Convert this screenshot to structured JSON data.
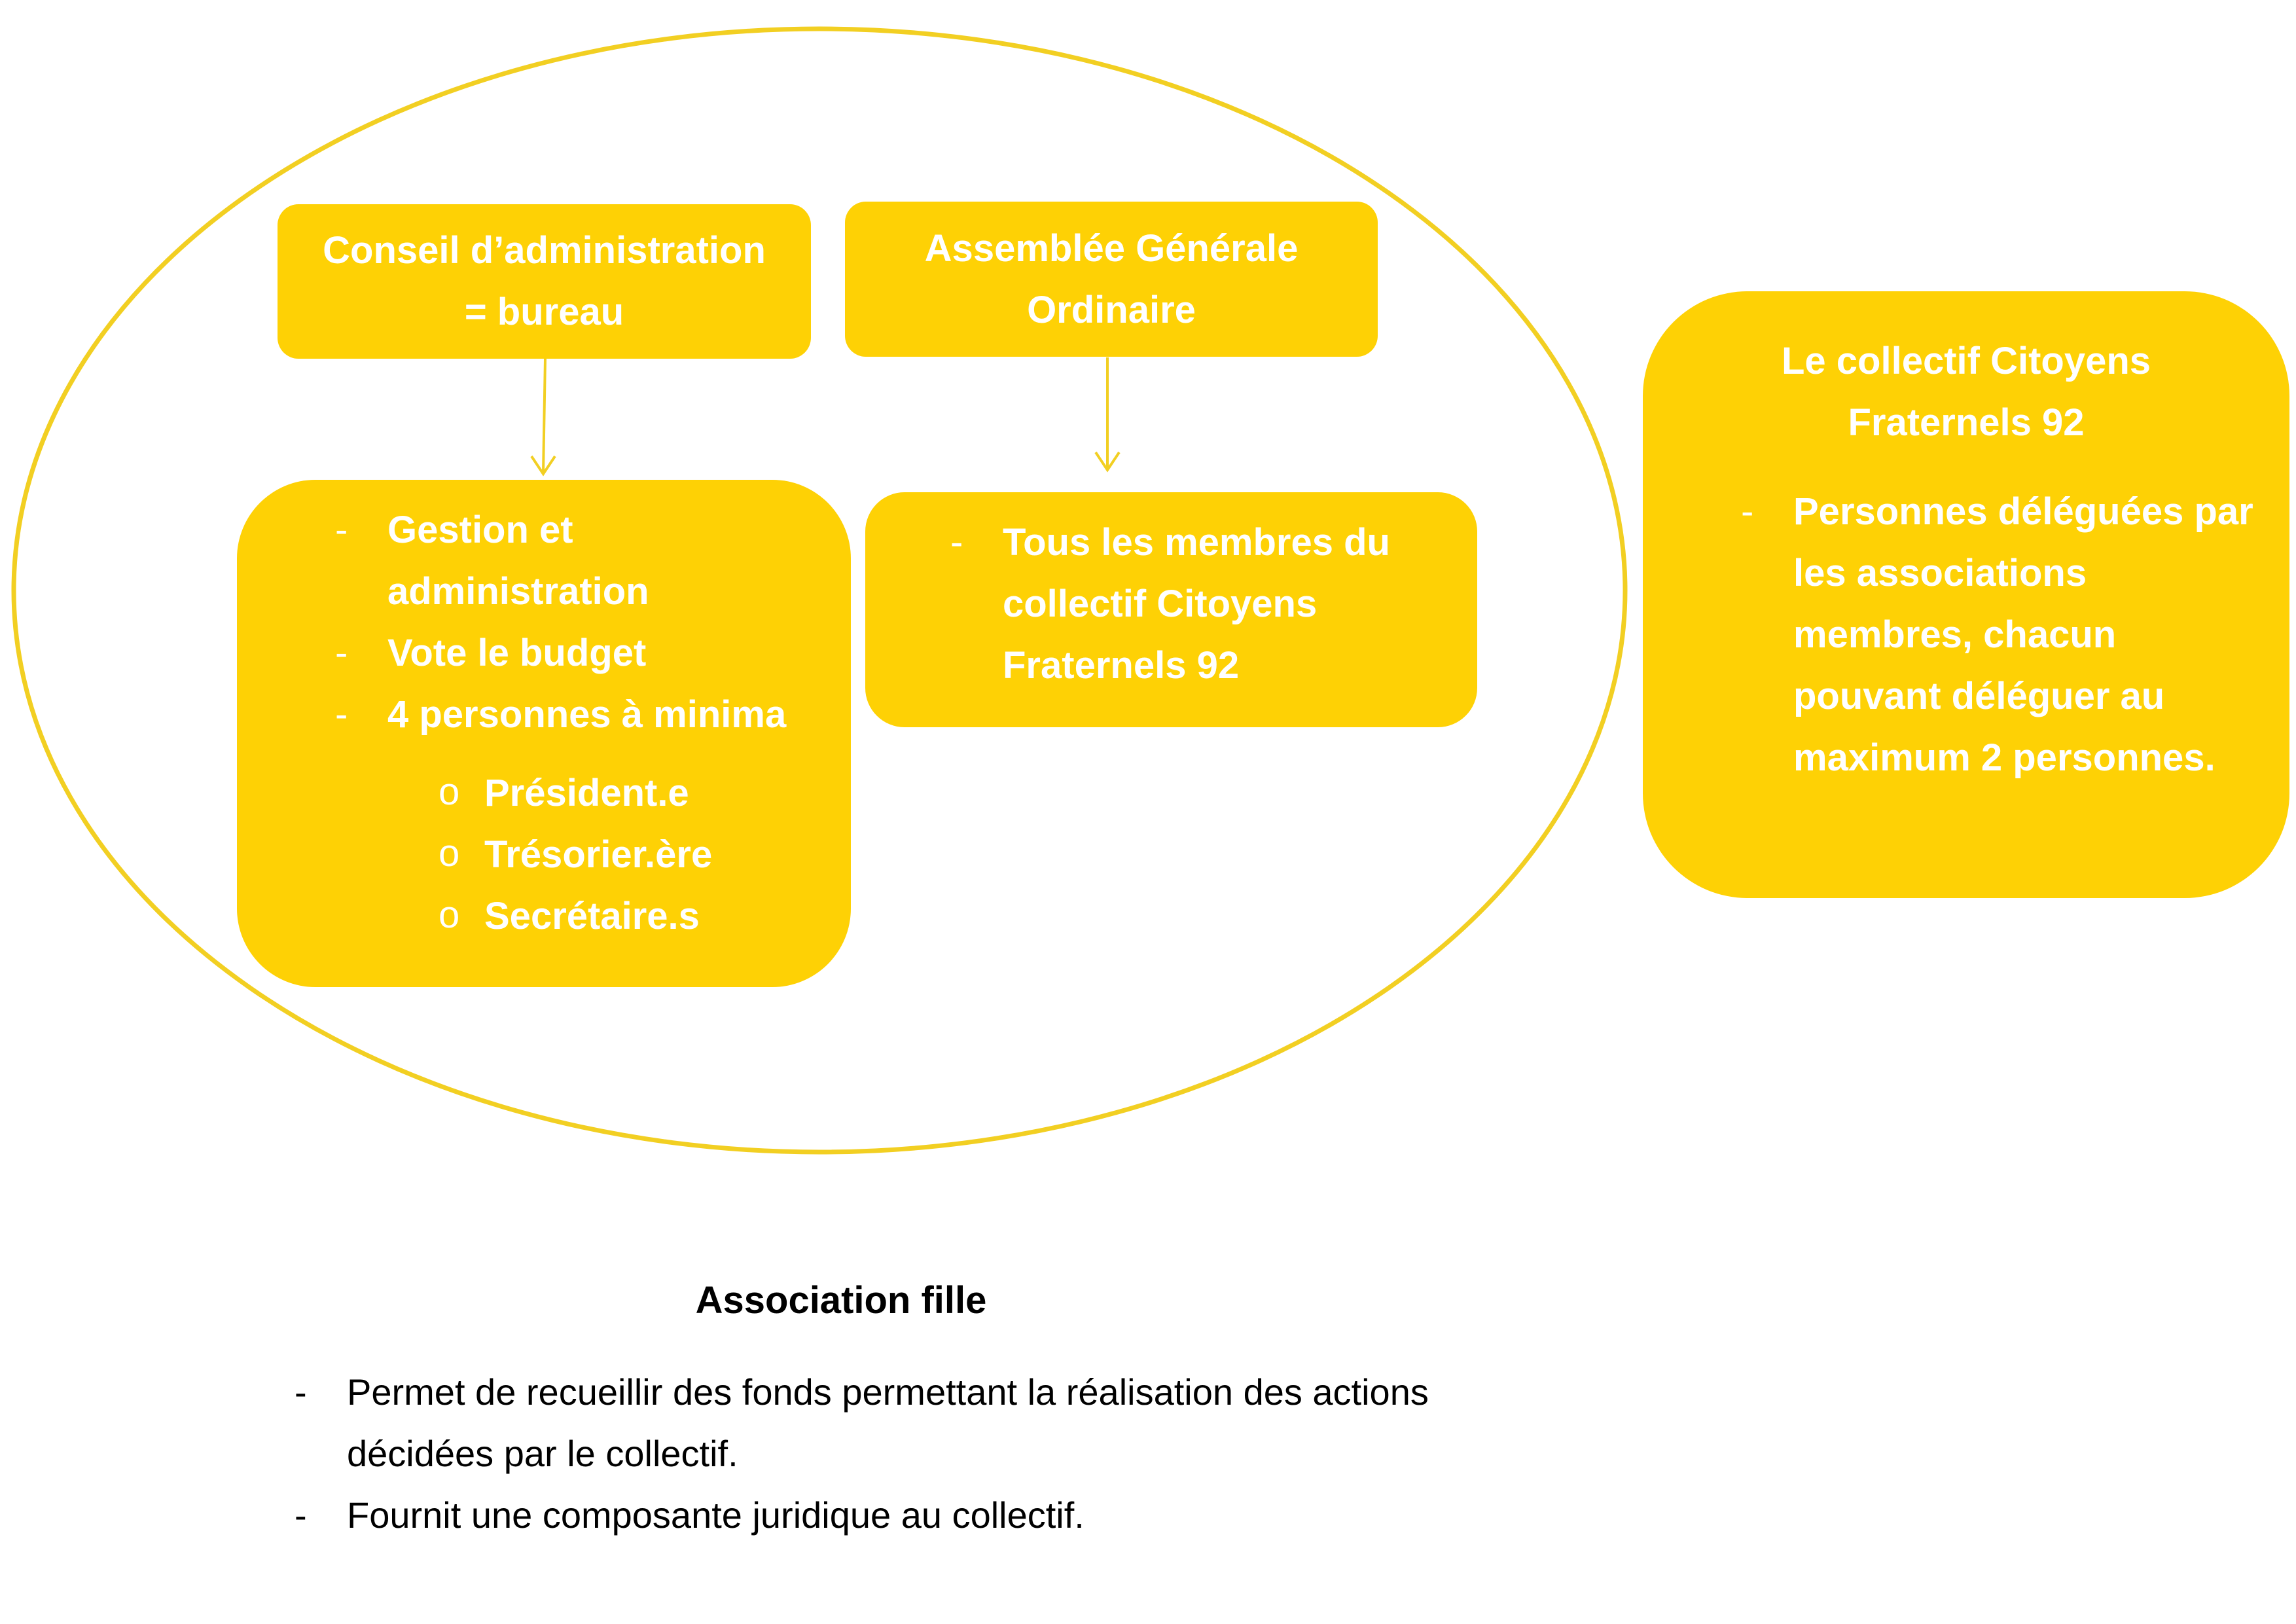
{
  "colors": {
    "accent": "#FED105",
    "text_on_accent": "#FFFFFF",
    "outline": "#F2CF22"
  },
  "nodes": {
    "conseil": {
      "title_line1": "Conseil d’administration",
      "title_line2": "= bureau"
    },
    "conseil_details": {
      "items": [
        "Gestion et administration",
        "Vote le budget",
        "4 personnes à minima"
      ],
      "subitems": [
        "Président.e",
        "Trésorier.ère",
        "Secrétaire.s"
      ]
    },
    "assemblee": {
      "title_line1": "Assemblée Générale",
      "title_line2": "Ordinaire"
    },
    "assemblee_details": {
      "items": [
        "Tous les membres du collectif Citoyens Fraternels 92"
      ]
    },
    "collectif": {
      "title_line1": "Le collectif Citoyens",
      "title_line2": "Fraternels 92",
      "items": [
        "Personnes déléguées par les associations membres, chacun pouvant déléguer au maximum 2 personnes."
      ]
    }
  },
  "edges": [
    {
      "from": "Conseil d’administration = bureau",
      "to": "Gestion et administration"
    },
    {
      "from": "Assemblée Générale Ordinaire",
      "to": "Tous les membres du collectif Citoyens Fraternels 92"
    }
  ],
  "caption": {
    "title": "Association fille",
    "items": [
      "Permet de recueillir des fonds permettant la réalisation des actions décidées par le collectif.",
      "Fournit une composante juridique au collectif."
    ]
  }
}
